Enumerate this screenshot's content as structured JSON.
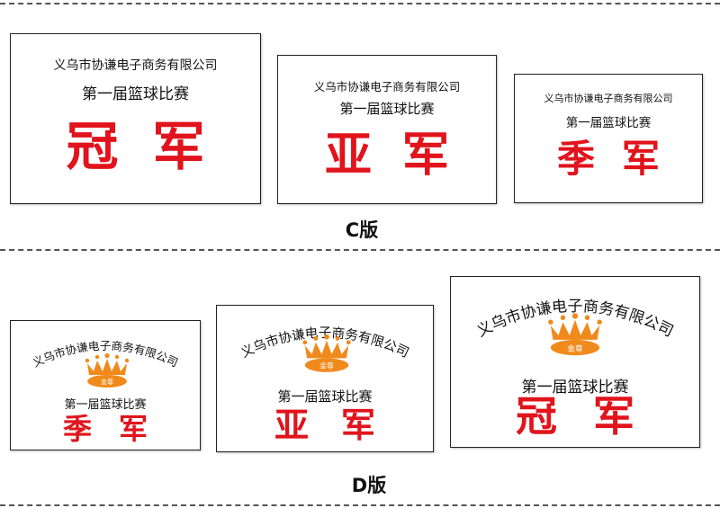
{
  "top_section": {
    "version_label": "C版",
    "plates": [
      {
        "company": "义乌市协谦电子商务有限公司",
        "event": "第一届篮球比赛",
        "rank": [
          "冠",
          "军"
        ]
      },
      {
        "company": "义乌市协谦电子商务有限公司",
        "event": "第一届篮球比赛",
        "rank": [
          "亚",
          "军"
        ]
      },
      {
        "company": "义乌市协谦电子商务有限公司",
        "event": "第一届篮球比赛",
        "rank": [
          "季",
          "军"
        ]
      }
    ]
  },
  "bottom_section": {
    "version_label": "D版",
    "crown_text": "金尊",
    "plates": [
      {
        "company": "义乌市协谦电子商务有限公司",
        "event": "第一届篮球比赛",
        "rank": [
          "季",
          "军"
        ]
      },
      {
        "company": "义乌市协谦电子商务有限公司",
        "event": "第一届篮球比赛",
        "rank": [
          "亚",
          "军"
        ]
      },
      {
        "company": "义乌市协谦电子商务有限公司",
        "event": "第一届篮球比赛",
        "rank": [
          "冠",
          "军"
        ]
      }
    ]
  },
  "colors": {
    "rank": "#e1131c",
    "crown": "#f08a1c",
    "border": "#222222"
  }
}
